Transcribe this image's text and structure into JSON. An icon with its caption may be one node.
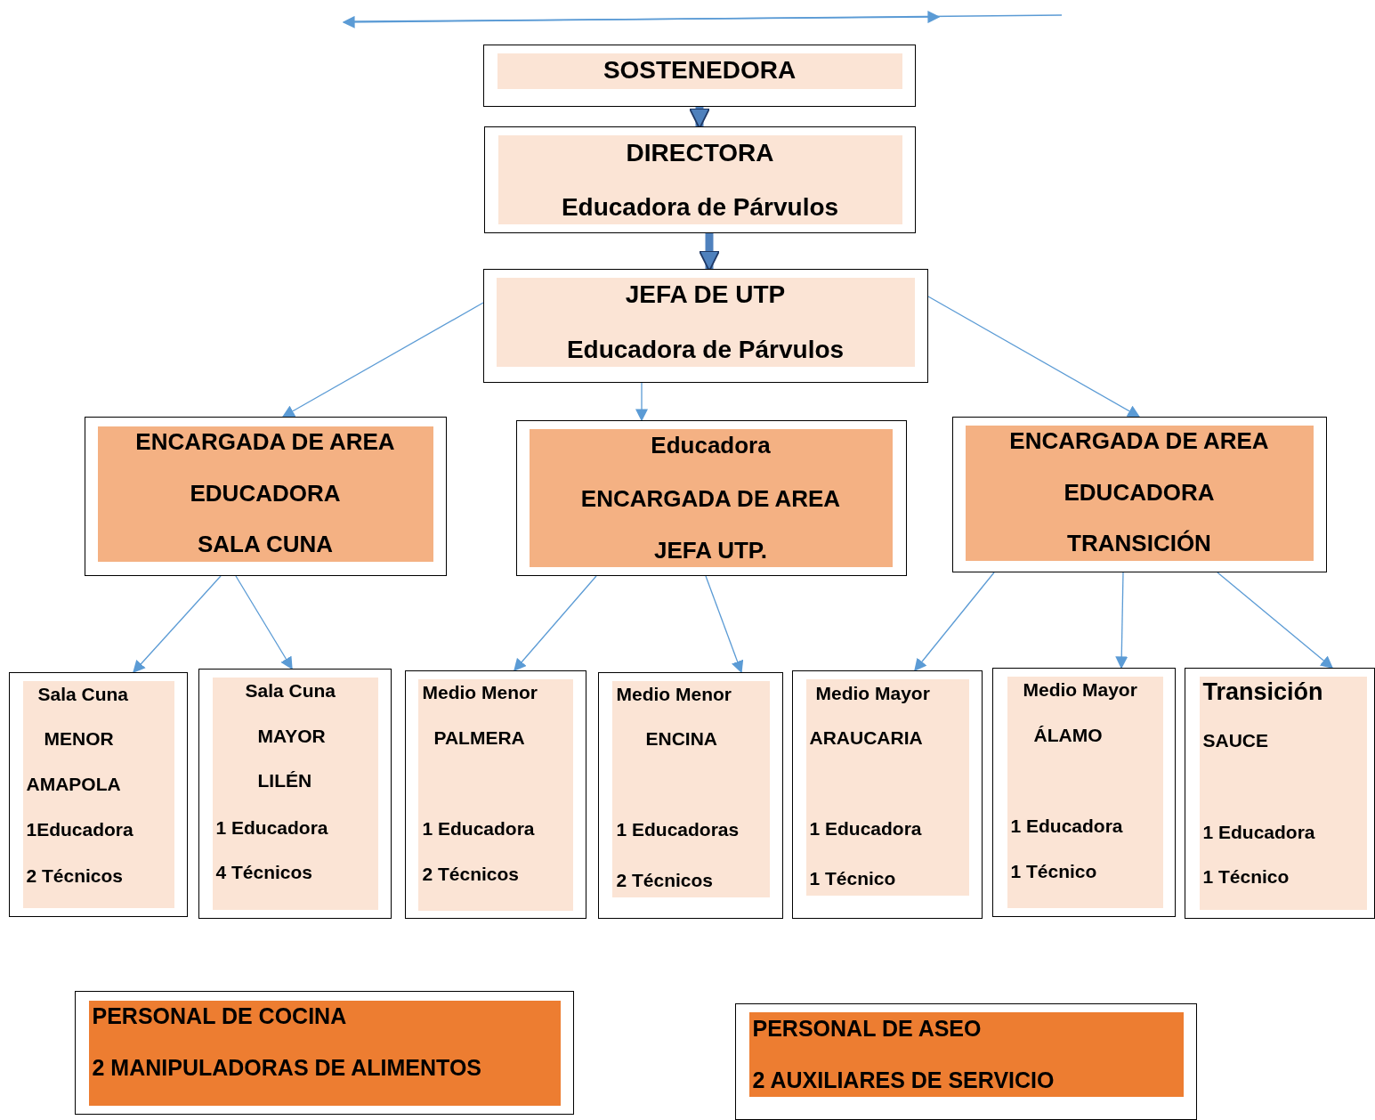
{
  "diagram": {
    "nodes": [
      {
        "text": [
          "SOSTENEDORA"
        ]
      },
      {
        "text": [
          "DIRECTORA",
          "Educadora de Párvulos"
        ]
      },
      {
        "text": [
          "JEFA DE UTP",
          "Educadora de Párvulos"
        ]
      },
      {
        "text": [
          "ENCARGADA DE AREA",
          "EDUCADORA",
          "SALA  CUNA"
        ]
      },
      {
        "text": [
          "Educadora",
          "ENCARGADA DE AREA",
          "JEFA UTP."
        ]
      },
      {
        "text": [
          "ENCARGADA DE AREA",
          "EDUCADORA",
          "TRANSICIÓN"
        ]
      },
      {
        "text": [
          "Sala Cuna",
          "MENOR",
          "AMAPOLA",
          "1Educadora",
          "2 Técnicos"
        ]
      },
      {
        "text": [
          "Sala Cuna",
          "MAYOR",
          "LILÉN",
          "1 Educadora",
          "4 Técnicos"
        ]
      },
      {
        "text": [
          "Medio Menor",
          "PALMERA",
          "1 Educadora",
          "2 Técnicos"
        ]
      },
      {
        "text": [
          "Medio Menor",
          "ENCINA",
          "1 Educadoras",
          "2  Técnicos"
        ]
      },
      {
        "text": [
          "Medio Mayor",
          "ARAUCARIA",
          "1 Educadora",
          "1 Técnico"
        ]
      },
      {
        "text": [
          "Medio Mayor",
          "ÁLAMO",
          "1 Educadora",
          "1 Técnico"
        ]
      },
      {
        "text": [
          "Transición",
          "SAUCE",
          "1 Educadora",
          "1 Técnico"
        ]
      },
      {
        "text": [
          "PERSONAL DE COCINA",
          "2 MANIPULADORAS DE ALIMENTOS"
        ]
      },
      {
        "text": [
          "PERSONAL DE ASEO",
          "2 AUXILIARES DE SERVICIO"
        ]
      }
    ],
    "edges": [
      {
        "from": 0,
        "to": 1,
        "arrow": "to",
        "style": "thick"
      },
      {
        "from": 1,
        "to": 2,
        "arrow": "to",
        "style": "thick"
      },
      {
        "from": 2,
        "to": 3,
        "arrow": "to"
      },
      {
        "from": 2,
        "to": 4,
        "arrow": "to"
      },
      {
        "from": 2,
        "to": 5,
        "arrow": "to"
      },
      {
        "from": 3,
        "to": 6,
        "arrow": "to"
      },
      {
        "from": 3,
        "to": 7,
        "arrow": "to"
      },
      {
        "from": 4,
        "to": 8,
        "arrow": "to"
      },
      {
        "from": 4,
        "to": 9,
        "arrow": "to"
      },
      {
        "from": 5,
        "to": 10,
        "arrow": "to"
      },
      {
        "from": 5,
        "to": 11,
        "arrow": "to"
      },
      {
        "from": 5,
        "to": 12,
        "arrow": "to"
      }
    ]
  }
}
